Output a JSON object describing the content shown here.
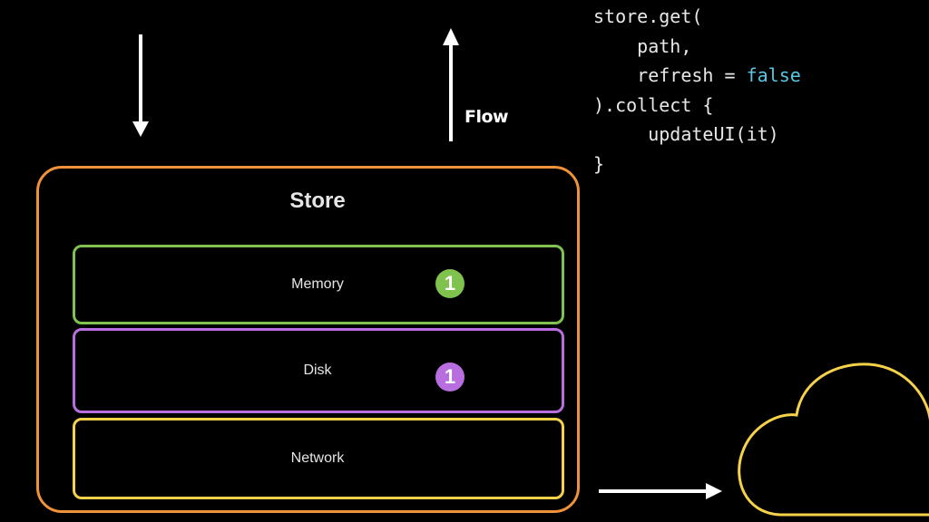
{
  "code": {
    "line1": "store.get(",
    "line2": "    path,",
    "line3_pre": "    refresh = ",
    "line3_kw": "false",
    "line4": ").collect {",
    "line5": "     updateUI(it)",
    "line6": "}"
  },
  "flow_label": "Flow",
  "store": {
    "title": "Store",
    "layers": [
      {
        "label": "Memory",
        "badge": "1",
        "color": "#7fc24e"
      },
      {
        "label": "Disk",
        "badge": "1",
        "color": "#b96ee0"
      },
      {
        "label": "Network",
        "color": "#f6d24a"
      }
    ],
    "border_color": "#f0923a"
  },
  "icons": {
    "down_arrow": "arrow-down-icon",
    "up_arrow": "arrow-up-icon",
    "right_arrow": "arrow-right-icon",
    "cloud": "cloud-icon"
  },
  "cloud_color": "#f6d24a"
}
